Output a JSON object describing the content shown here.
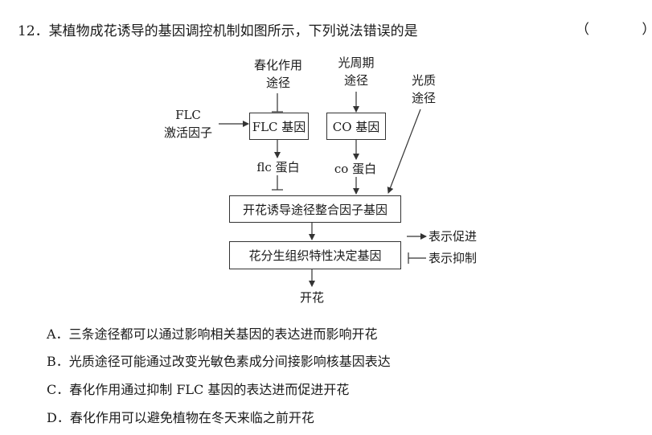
{
  "question": {
    "text": "12．某植物成花诱导的基因调控机制如图所示，下列说法错误的是",
    "paren": "（ ）"
  },
  "diagram": {
    "vernalization_line1": "春化作用",
    "vernalization_line2": "途径",
    "photoperiod_line1": "光周期",
    "photoperiod_line2": "途径",
    "lightquality_line1": "光质",
    "lightquality_line2": "途径",
    "flc_activator_line1": "FLC",
    "flc_activator_line2": "激活因子",
    "flc_gene": "FLC 基因",
    "co_gene": "CO 基因",
    "flc_protein": "flc 蛋白",
    "co_protein": "co 蛋白",
    "integrator_gene": "开花诱导途径整合因子基因",
    "meristem_gene": "花分生组织特性决定基因",
    "flowering": "开花",
    "legend_promote": "表示促进",
    "legend_inhibit": "表示抑制"
  },
  "options": [
    "A．三条途径都可以通过影响相关基因的表达进而影响开花",
    "B．光质途径可能通过改变光敏色素成分间接影响核基因表达",
    "C．春化作用通过抑制 FLC 基因的表达进而促进开花",
    "D．春化作用可以避免植物在冬天来临之前开花"
  ]
}
